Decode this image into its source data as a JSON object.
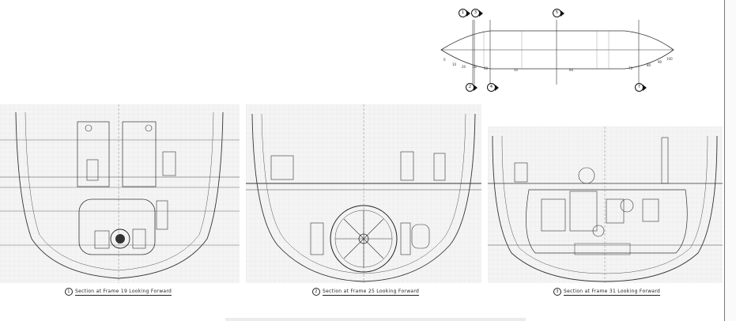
{
  "plan": {
    "frame_labels": [
      "0",
      "10",
      "20",
      "30",
      "40",
      "50",
      "60",
      "70",
      "80",
      "90",
      "100"
    ],
    "markers_top": [
      "1",
      "3",
      "5"
    ],
    "markers_bottom": [
      "2",
      "4",
      "7"
    ]
  },
  "sections": [
    {
      "number": "1",
      "caption": "Section at Frame 19 Looking Forward"
    },
    {
      "number": "2",
      "caption": "Section at Frame 25 Looking Forward"
    },
    {
      "number": "3",
      "caption": "Section at Frame 31 Looking Forward"
    }
  ],
  "colors": {
    "line": "#333333",
    "grid": "#dcdcdc",
    "panel": "#f4f4f4"
  }
}
